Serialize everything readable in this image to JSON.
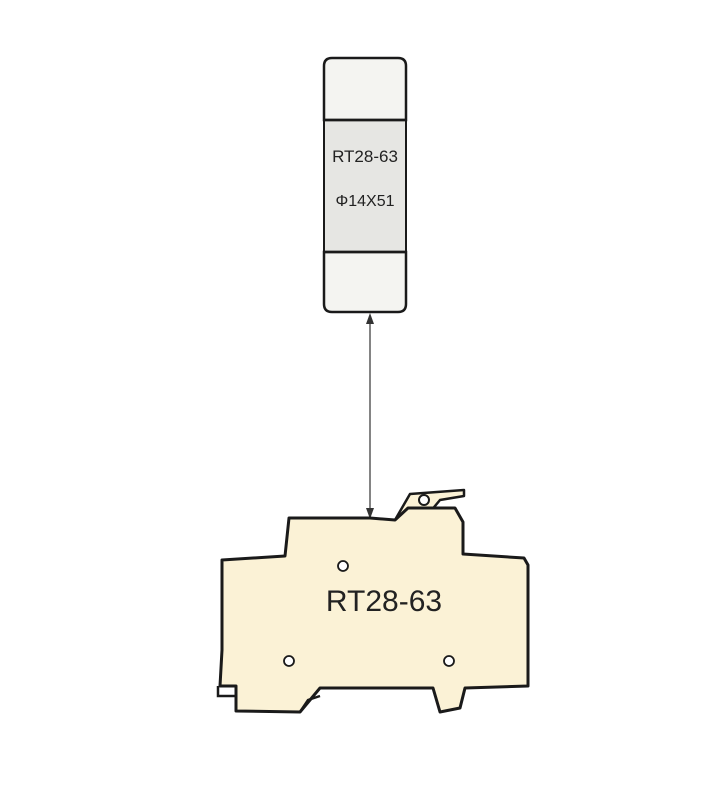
{
  "fuse": {
    "model": "RT28-63",
    "size": "Φ14X51",
    "colors": {
      "cap": "#f4f4f1",
      "body": "#e6e6e3",
      "outline": "#1a1a1a"
    }
  },
  "holder": {
    "model": "RT28-63",
    "colors": {
      "fill": "#fbf2d6",
      "outline": "#1a1a1a"
    }
  },
  "connector": {
    "type": "double-headed-arrow",
    "color": "#333333"
  }
}
